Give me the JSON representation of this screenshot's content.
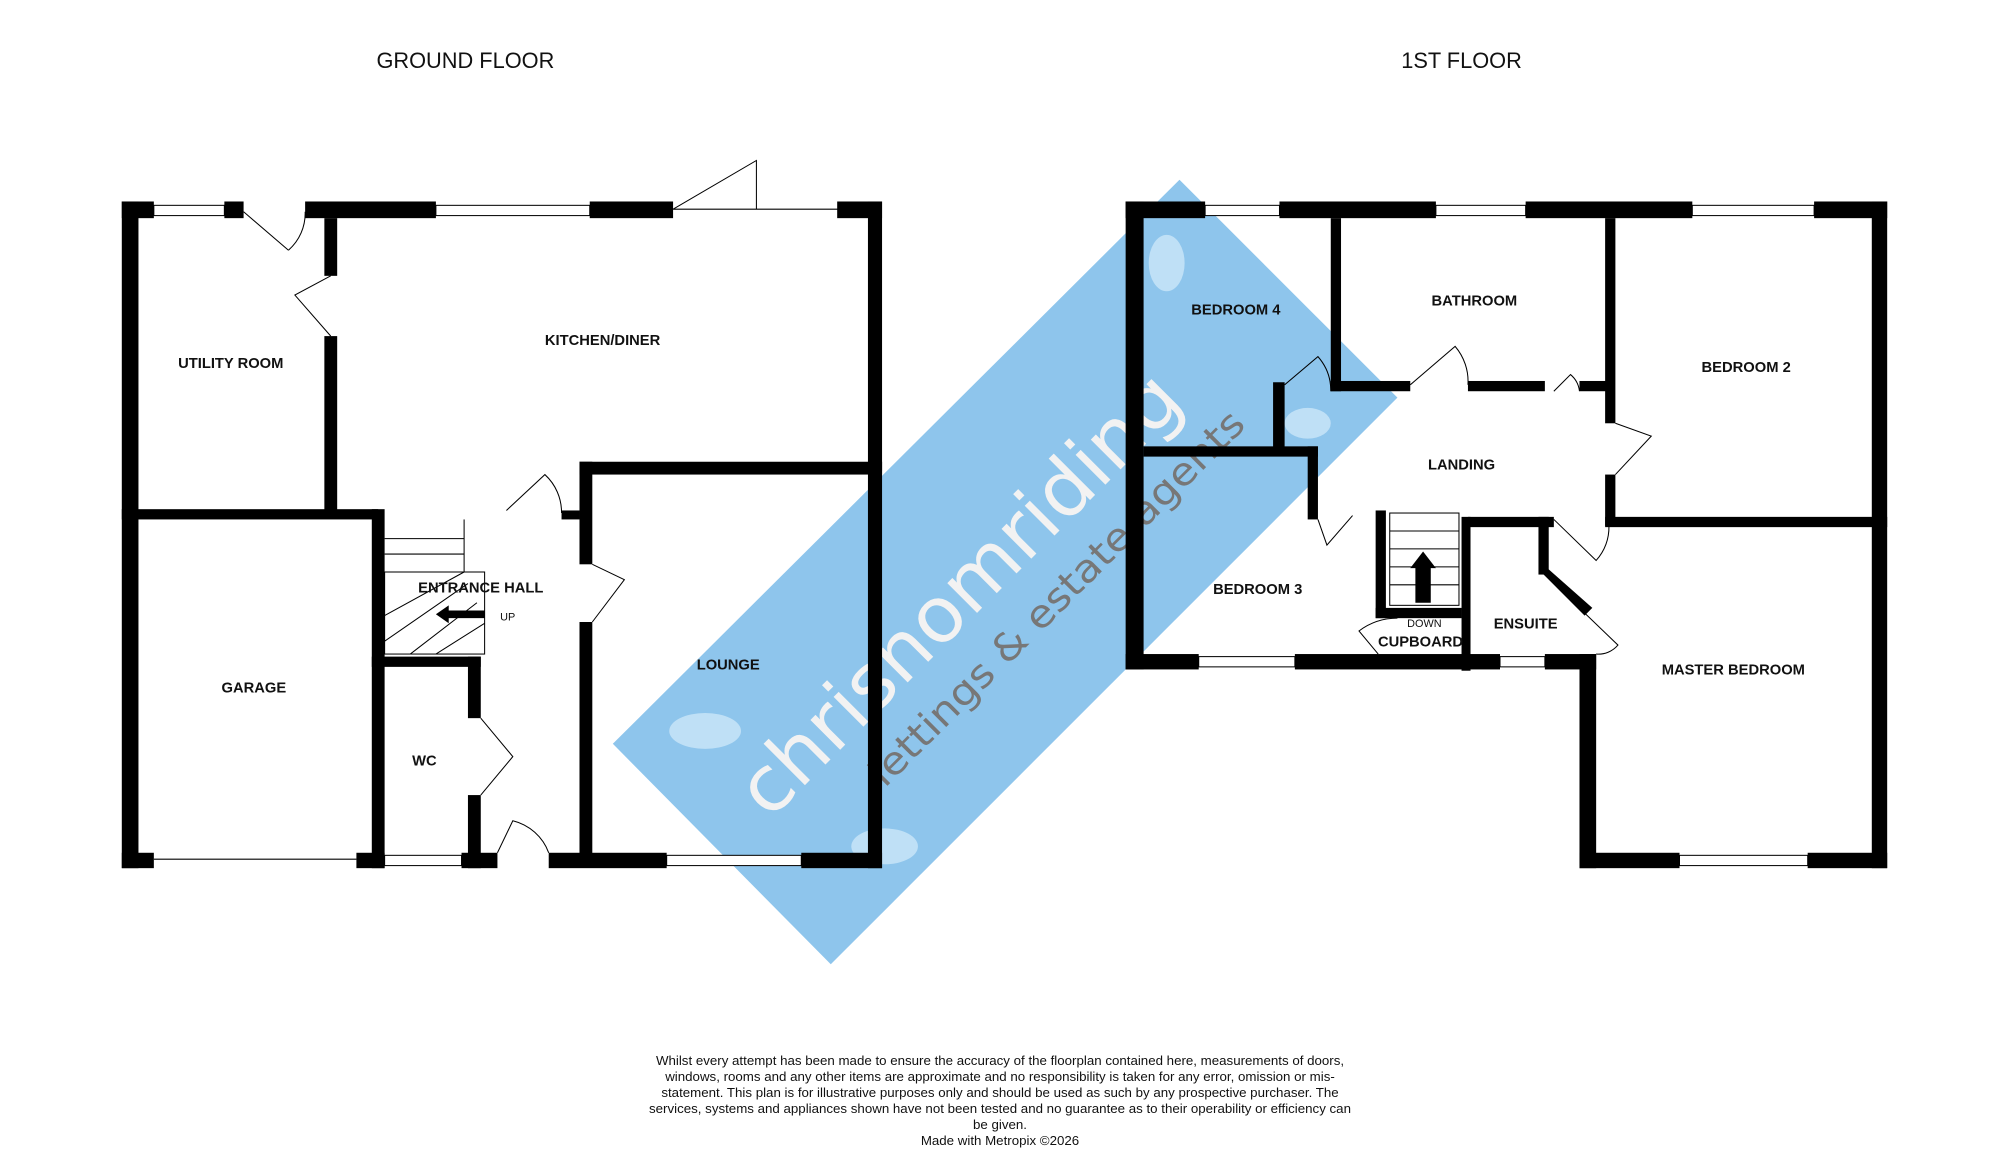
{
  "floors": [
    {
      "title": "GROUND FLOOR",
      "rooms": [
        "UTILITY ROOM",
        "KITCHEN/DINER",
        "ENTRANCE HALL",
        "GARAGE",
        "LOUNGE",
        "WC"
      ],
      "stairs_label": "UP"
    },
    {
      "title": "1ST FLOOR",
      "rooms": [
        "BEDROOM 4",
        "BATHROOM",
        "BEDROOM 2",
        "LANDING",
        "BEDROOM 3",
        "ENSUITE",
        "CUPBOARD",
        "MASTER BEDROOM"
      ],
      "stairs_label": "DOWN"
    }
  ],
  "watermark": {
    "brand": "chrisnomriding",
    "tagline": "lettings & estate agents",
    "color": "#8ec5ec"
  },
  "disclaimer": {
    "text": "Whilst every attempt has been made to ensure the accuracy of the floorplan contained here, measurements of doors, windows, rooms and any other items are approximate and no responsibility is taken for any error, omission or mis-statement. This plan is for illustrative purposes only and should be used as such by any prospective purchaser. The services, systems and appliances shown have not been tested and no guarantee as to their operability or efficiency can be given.",
    "credit": "Made with Metropix ©2026"
  }
}
